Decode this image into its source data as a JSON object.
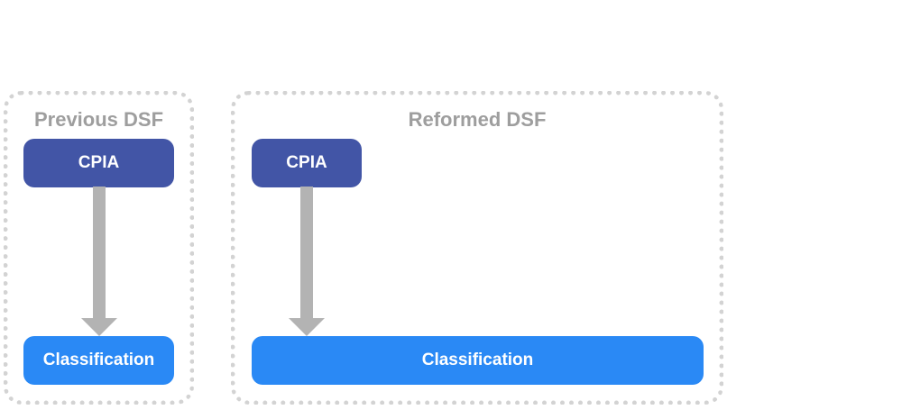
{
  "panels": {
    "previous": {
      "title": "Previous DSF",
      "top_box": "CPIA",
      "bottom_box": "Classification"
    },
    "reformed": {
      "title": "Reformed DSF",
      "top_box": "CPIA",
      "bottom_box": "Classification"
    }
  },
  "colors": {
    "cpia": "#4255a6",
    "classification": "#2a89f5",
    "arrow": "#b3b3b3",
    "panel_border": "#d3d3d3",
    "panel_title": "#9e9e9e"
  }
}
